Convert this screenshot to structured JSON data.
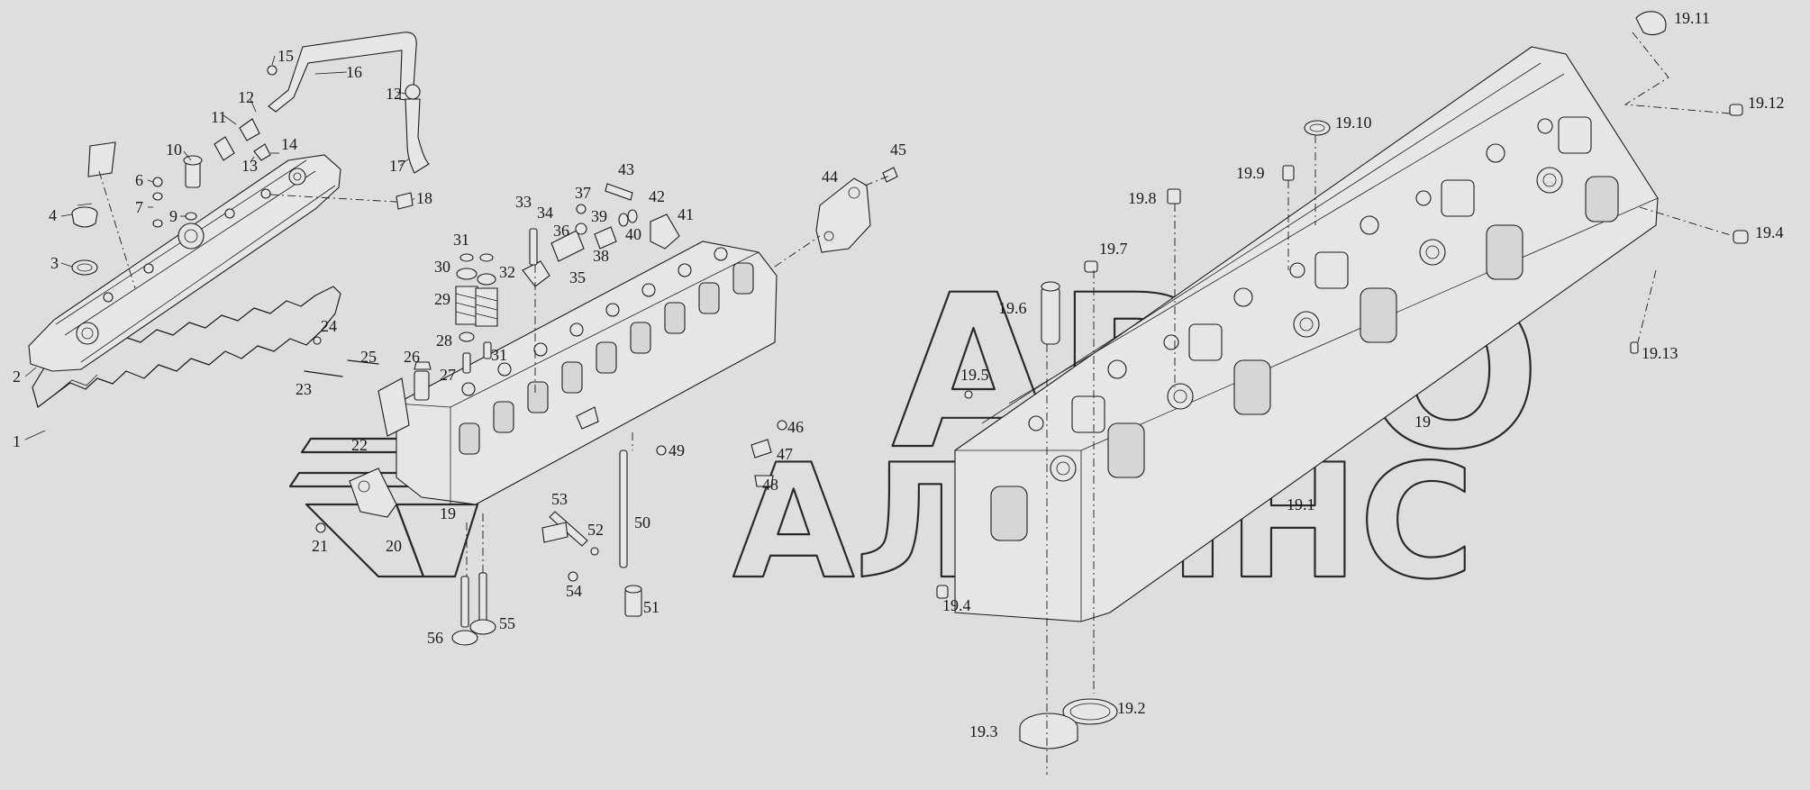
{
  "watermark": {
    "line1": "АВТО",
    "line2": "АЛЬЯНС"
  },
  "callouts": {
    "n1": "1",
    "n2": "2",
    "n3": "3",
    "n4": "4",
    "n6": "6",
    "n7": "7",
    "n9": "9",
    "n10": "10",
    "n11": "11",
    "n12a": "12",
    "n12b": "12",
    "n13": "13",
    "n14": "14",
    "n15": "15",
    "n16": "16",
    "n17": "17",
    "n18": "18",
    "n19": "19",
    "n19_left": "19",
    "n20": "20",
    "n21": "21",
    "n22": "22",
    "n23": "23",
    "n24": "24",
    "n25": "25",
    "n26": "26",
    "n27": "27",
    "n28": "28",
    "n29": "29",
    "n30": "30",
    "n31a": "31",
    "n31b": "31",
    "n32": "32",
    "n33": "33",
    "n34": "34",
    "n35": "35",
    "n36": "36",
    "n37": "37",
    "n38": "38",
    "n39": "39",
    "n40": "40",
    "n41": "41",
    "n42": "42",
    "n43": "43",
    "n44": "44",
    "n45": "45",
    "n46": "46",
    "n47": "47",
    "n48": "48",
    "n49": "49",
    "n50": "50",
    "n51": "51",
    "n52": "52",
    "n53": "53",
    "n54": "54",
    "n55": "55",
    "n56": "56",
    "n19_1": "19.1",
    "n19_2": "19.2",
    "n19_3": "19.3",
    "n19_4a": "19.4",
    "n19_4b": "19.4",
    "n19_5": "19.5",
    "n19_6": "19.6",
    "n19_7": "19.7",
    "n19_8": "19.8",
    "n19_9": "19.9",
    "n19_10": "19.10",
    "n19_11": "19.11",
    "n19_12": "19.12",
    "n19_13": "19.13"
  }
}
